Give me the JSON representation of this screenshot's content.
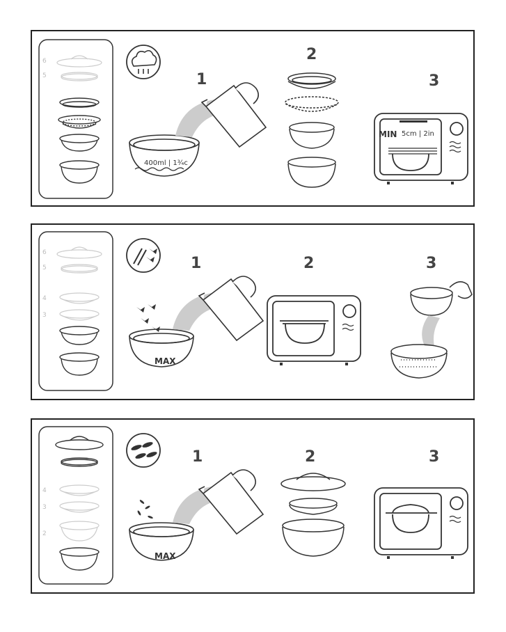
{
  "panels": [
    {
      "stack_layers": [
        "6",
        "5"
      ],
      "step_numbers": [
        "1",
        "2",
        "3"
      ],
      "bowl_label": "400ml | 1¾c",
      "microwave_label_min": "MIN",
      "microwave_label_measure": "5cm | 2in"
    },
    {
      "stack_layers": [
        "6",
        "5",
        "4",
        "3"
      ],
      "step_numbers": [
        "1",
        "2",
        "3"
      ],
      "bowl_label": "MAX"
    },
    {
      "stack_layers": [
        "4",
        "3",
        "2"
      ],
      "step_numbers": [
        "1",
        "2",
        "3"
      ],
      "bowl_label": "MAX"
    }
  ]
}
